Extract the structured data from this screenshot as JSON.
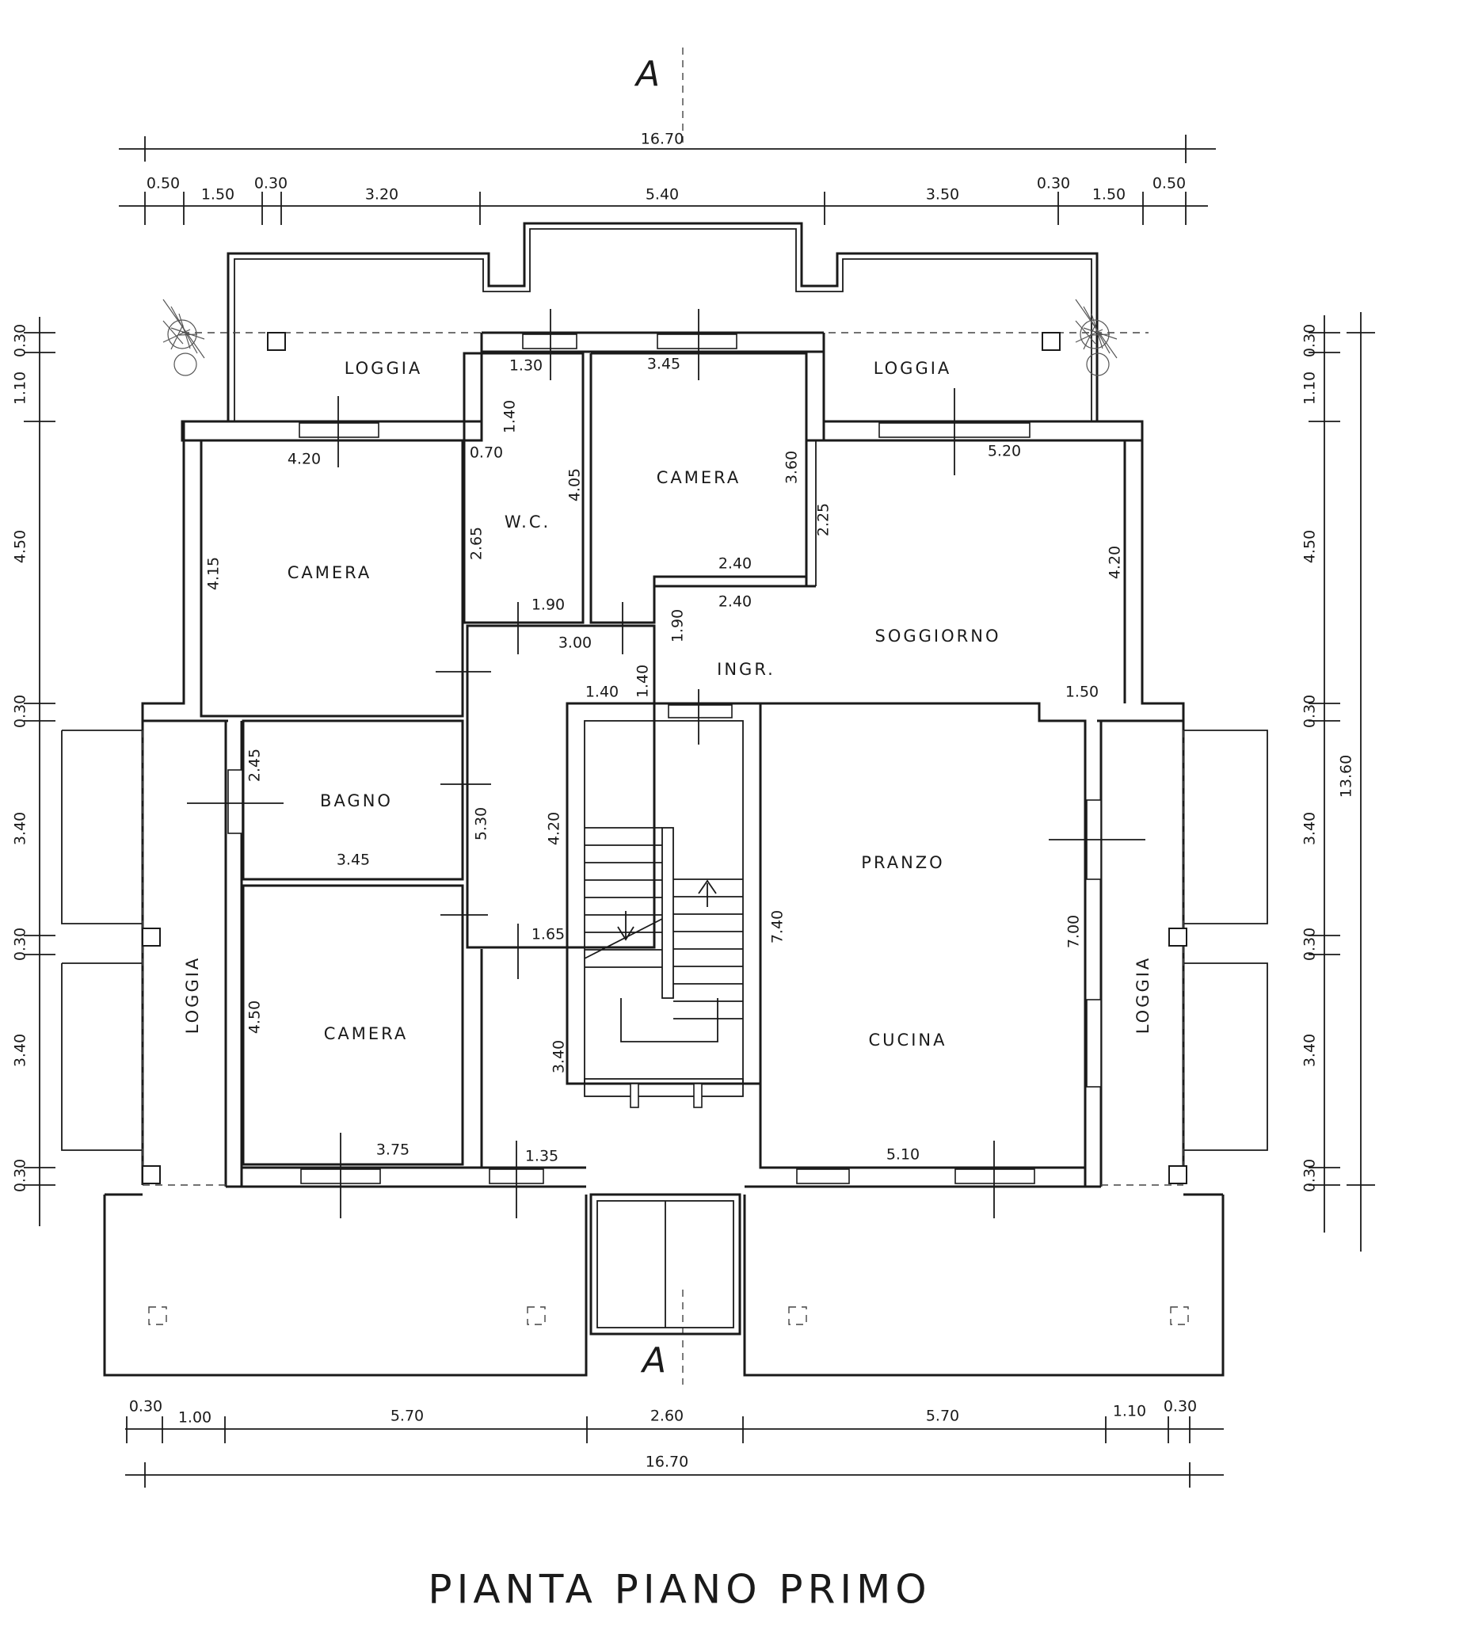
{
  "title": "PIANTA PIANO PRIMO",
  "section_marker": "A",
  "rooms": {
    "loggia_top_left": "LOGGIA",
    "loggia_top_right": "LOGGIA",
    "camera_top_left": "CAMERA",
    "wc": "W.C.",
    "camera_top_center": "CAMERA",
    "soggiorno": "SOGGIORNO",
    "ingr": "INGR.",
    "bagno": "BAGNO",
    "pranzo": "PRANZO",
    "camera_bottom_left": "CAMERA",
    "cucina": "CUCINA",
    "loggia_left": "LOGGIA",
    "loggia_right": "LOGGIA"
  },
  "dimensions": {
    "top_overall": "16.70",
    "top_segments": [
      "0.50",
      "1.50",
      "0.30",
      "3.20",
      "5.40",
      "3.50",
      "0.30",
      "1.50",
      "0.50"
    ],
    "bottom_overall": "16.70",
    "bottom_segments": [
      "0.30",
      "1.00",
      "5.70",
      "2.60",
      "5.70",
      "1.10",
      "0.30"
    ],
    "left_segments": [
      "0.30",
      "1.10",
      "4.50",
      "0.30",
      "3.40",
      "0.30",
      "3.40",
      "0.30"
    ],
    "right_segments": [
      "0.30",
      "1.10",
      "4.50",
      "0.30",
      "3.40",
      "0.30",
      "3.40",
      "0.30"
    ],
    "right_overall": "13.60",
    "interior": [
      "1.30",
      "3.45",
      "1.40",
      "0.70",
      "4.05",
      "4.20",
      "2.65",
      "3.60",
      "2.25",
      "5.20",
      "4.15",
      "2.40",
      "2.40",
      "1.90",
      "1.90",
      "4.20",
      "3.00",
      "1.40",
      "1.40",
      "1.50",
      "2.45",
      "5.30",
      "4.20",
      "3.45",
      "7.40",
      "7.00",
      "1.65",
      "4.50",
      "3.40",
      "3.75",
      "1.35",
      "5.10"
    ]
  }
}
